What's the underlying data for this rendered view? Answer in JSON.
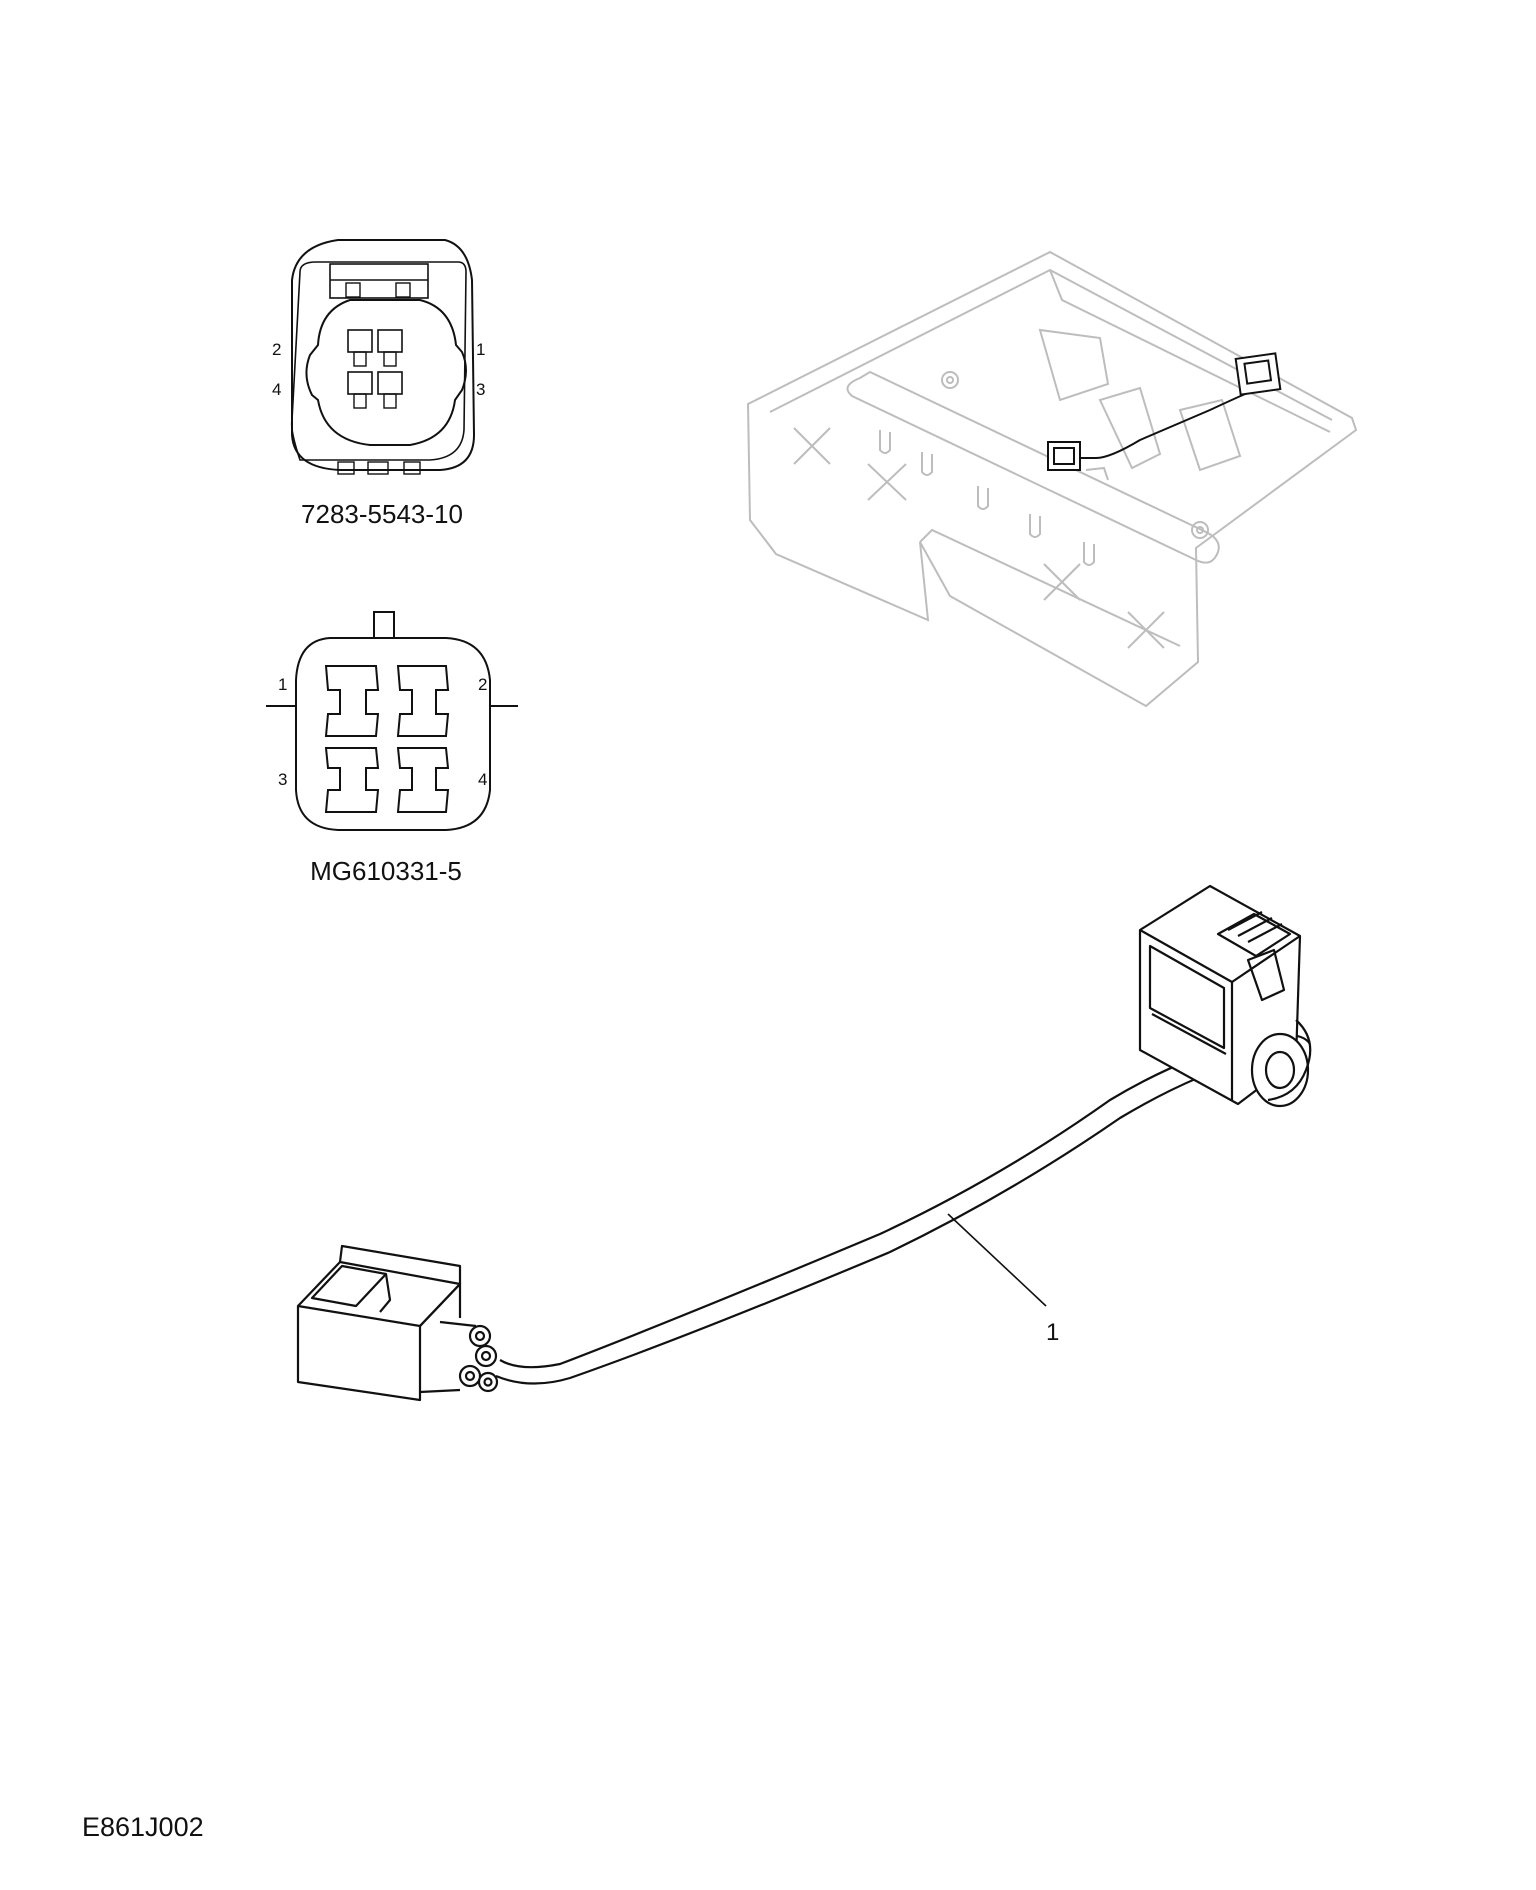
{
  "connector_a": {
    "part_number": "7283-5543-10",
    "pins": [
      "1",
      "2",
      "3",
      "4"
    ]
  },
  "connector_b": {
    "part_number": "MG610331-5",
    "pins": [
      "1",
      "2",
      "3",
      "4"
    ]
  },
  "harness": {
    "callout": "1"
  },
  "figure_id": "E861J002",
  "icons": {
    "connector_a": "connector-face-icon",
    "connector_b": "connector-face-icon",
    "floor_pan": "vehicle-floor-location-icon"
  },
  "colors": {
    "line": "#111111",
    "faded_line": "#bdbdbd",
    "background": "#ffffff"
  }
}
